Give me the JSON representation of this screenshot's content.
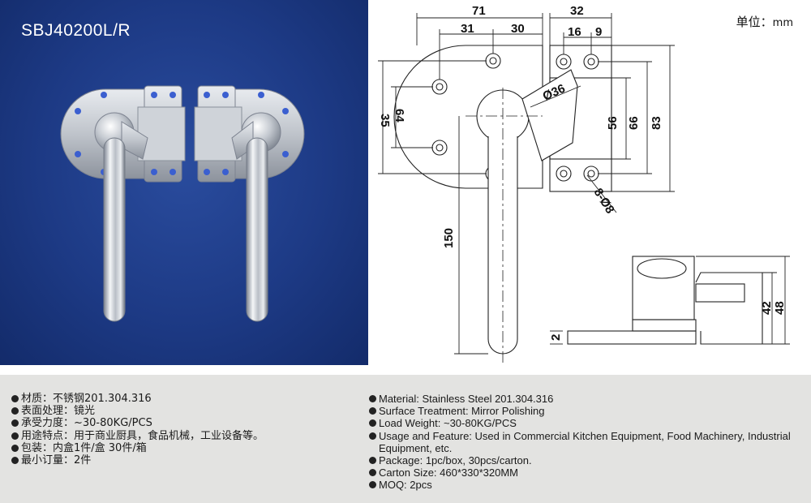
{
  "photo": {
    "model_code": "SBJ40200L/R"
  },
  "drawing": {
    "unit_label": "单位：",
    "unit_value": "mm",
    "dimensions": {
      "d71": "71",
      "d32": "32",
      "d31": "31",
      "d30": "30",
      "d16": "16",
      "d9": "9",
      "d35": "35",
      "d64": "64",
      "d56": "56",
      "d66": "66",
      "d83": "83",
      "d150": "150",
      "d36": "Ø36",
      "d8": "8-Ø8",
      "d42": "42",
      "d48": "48",
      "d2": "2"
    }
  },
  "specs_cn": [
    "材质：不锈钢201.304.316",
    "表面处理：镜光",
    "承受力度：~30-80KG/PCS",
    "用途特点：用于商业厨具，食品机械，工业设备等。",
    "包装：内盒1件/盒 30件/箱",
    "最小订量：2件"
  ],
  "specs_en": [
    "Material: Stainless Steel 201.304.316",
    "Surface Treatment: Mirror Polishing",
    "Load Weight: ~30-80KG/PCS",
    "Usage and Feature: Used in Commercial Kitchen Equipment, Food Machinery, Industrial Equipment, etc.",
    "Package: 1pc/box, 30pcs/carton.",
    "Carton Size: 460*330*320MM",
    "MOQ: 2pcs"
  ]
}
